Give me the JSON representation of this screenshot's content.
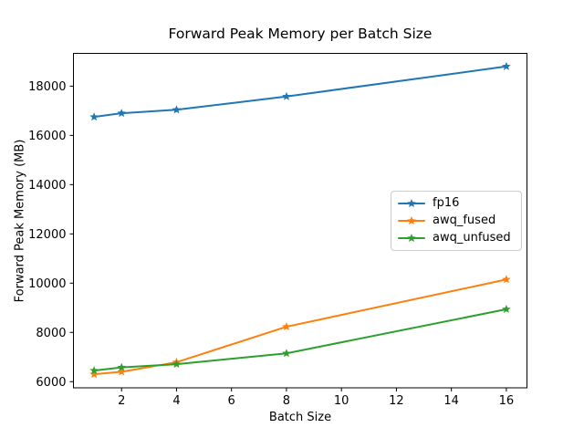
{
  "chart_data": {
    "type": "line",
    "title": "Forward Peak Memory per Batch Size",
    "xlabel": "Batch Size",
    "ylabel": "Forward Peak Memory (MB)",
    "x": [
      1,
      2,
      4,
      8,
      16
    ],
    "series": [
      {
        "name": "fp16",
        "color": "#1f77b4",
        "values": [
          16750,
          16900,
          17040,
          17580,
          18800
        ]
      },
      {
        "name": "awq_fused",
        "color": "#ff7f0e",
        "values": [
          6300,
          6400,
          6790,
          8230,
          10150
        ]
      },
      {
        "name": "awq_unfused",
        "color": "#2ca02c",
        "values": [
          6450,
          6580,
          6710,
          7150,
          8940
        ]
      }
    ],
    "marker": "star",
    "line_width": 2,
    "xlim": [
      0.25,
      16.75
    ],
    "ylim": [
      5750,
      19330
    ],
    "xticks": [
      2,
      4,
      6,
      8,
      10,
      12,
      14,
      16
    ],
    "yticks": [
      6000,
      8000,
      10000,
      12000,
      14000,
      16000,
      18000
    ],
    "grid": false,
    "legend_position": "center right",
    "axis_color": "#000000",
    "background_color": "#ffffff"
  }
}
